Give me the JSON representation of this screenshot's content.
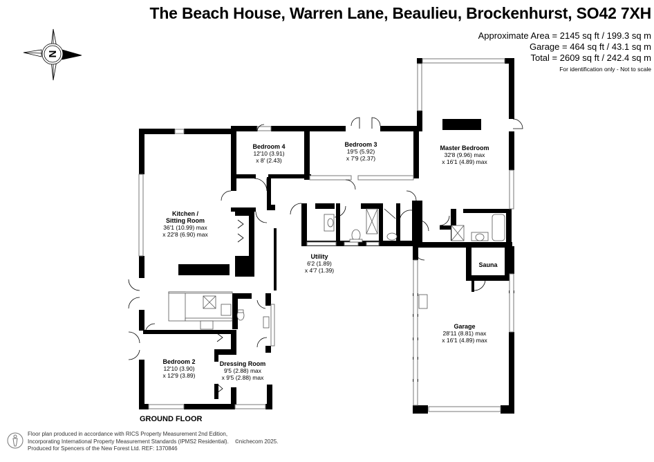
{
  "header": {
    "title": "The Beach House, Warren Lane, Beaulieu, Brockenhurst, SO42 7XH",
    "approximate_area": "Approximate Area = 2145 sq ft / 199.3 sq m",
    "garage_area": "Garage = 464 sq ft / 43.1 sq m",
    "total_area": "Total = 2609 sq ft / 242.4 sq m",
    "disclaimer": "For identification only - Not to scale"
  },
  "compass": {
    "icon": "compass-rose-icon",
    "letter": "N",
    "direction": "north points right"
  },
  "rooms": [
    {
      "id": "kitchen",
      "name": "Kitchen /",
      "name2": "Sitting Room",
      "dim1": "36'1 (10.99) max",
      "dim2": "x 22'8 (6.90) max"
    },
    {
      "id": "bedroom4",
      "name": "Bedroom 4",
      "dim1": "12'10 (3.91)",
      "dim2": "x 8' (2.43)"
    },
    {
      "id": "bedroom3",
      "name": "Bedroom 3",
      "dim1": "19'5 (5.92)",
      "dim2": "x 7'9 (2.37)"
    },
    {
      "id": "master",
      "name": "Master Bedroom",
      "dim1": "32'8 (9.96) max",
      "dim2": "x 16'1 (4.89) max"
    },
    {
      "id": "utility",
      "name": "Utility",
      "dim1": "6'2 (1.89)",
      "dim2": "x 4'7 (1.39)"
    },
    {
      "id": "sauna",
      "name": "Sauna"
    },
    {
      "id": "garage",
      "name": "Garage",
      "dim1": "28'11 (8.81) max",
      "dim2": "x 16'1 (4.89) max"
    },
    {
      "id": "bedroom2",
      "name": "Bedroom 2",
      "dim1": "12'10 (3.90)",
      "dim2": "x 12'9 (3.89)"
    },
    {
      "id": "dressing",
      "name": "Dressing Room",
      "dim1": "9'5 (2.88) max",
      "dim2": "x 9'5 (2.88) max"
    }
  ],
  "floor_label": "GROUND FLOOR",
  "footer": {
    "icon": "person-scale-icon",
    "line1": "Floor plan produced in accordance with RICS Property Measurement 2nd Edition,",
    "line2": "Incorporating International Property Measurement Standards (IPMS2 Residential).",
    "copyright": "©nichecom 2025.",
    "line3": "Produced for Spencers of the New Forest Ltd.   REF:  1370846"
  },
  "colors": {
    "wall": "#000000",
    "window": "#888888",
    "background": "#ffffff",
    "fixture": "#666666"
  }
}
